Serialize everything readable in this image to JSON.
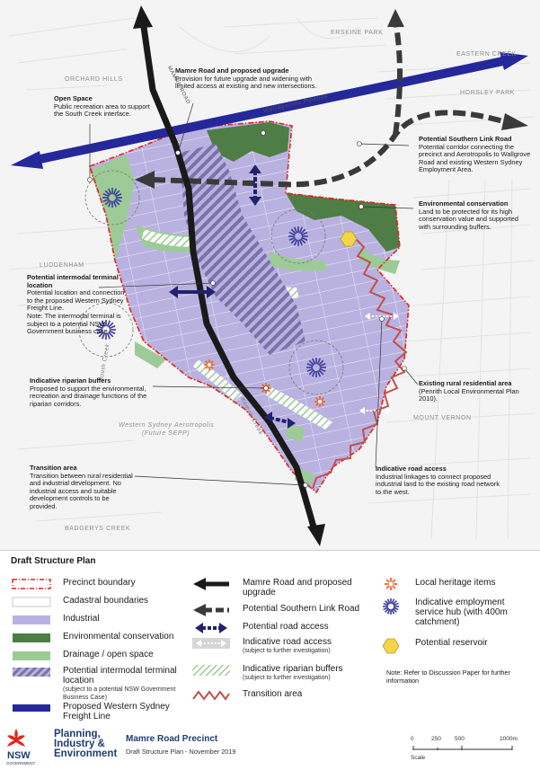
{
  "places": {
    "orchard_hills": "ORCHARD HILLS",
    "erskine_park": "ERSKINE PARK",
    "eastern_creek": "EASTERN CREEK",
    "horsley_park": "HORSLEY PARK",
    "luddenham": "LUDDENHAM",
    "mount_vernon": "MOUNT VERNON",
    "badgerys_creek": "BADGERYS CREEK",
    "ws_aero_1": "Western Sydney Aerotropolis",
    "ws_aero_2": "(Future SEPP)",
    "mamre_road": "MAMRE ROAD",
    "warragamba": "Warragamba Pipeline",
    "south_creek": "South Creek",
    "kemps_creek": "Kemps Creek"
  },
  "callouts": {
    "mamre": {
      "title": "Mamre Road and proposed upgrade",
      "body": "Provision for future upgrade and widening with limited access at existing and new intersections."
    },
    "open_space": {
      "title": "Open Space",
      "body": "Public recreation area to support the South Creek interface."
    },
    "southern_link": {
      "title": "Potential Southern Link Road",
      "body": "Potential corridor connecting the precinct and Aerotropolis to Wallgrove Road and existing Western Sydney Employment Area."
    },
    "env_conservation": {
      "title": "Environmental conservation",
      "body": "Land to be protected for its high conservation value and supported with surrounding buffers."
    },
    "intermodal": {
      "title": "Potential intermodal terminal location",
      "body": "Potential location and connection to the proposed Western Sydney Freight Line.",
      "note": "Note: The intermodal terminal is subject to a potential NSW Government business case"
    },
    "rural_residential": {
      "title": "Existing rural residential area",
      "body": "(Penrith Local Environmental Plan 2010)."
    },
    "riparian": {
      "title": "Indicative riparian buffers",
      "body": "Proposed to support the environmental, recreation and drainage functions of the riparian corridors."
    },
    "road_access": {
      "title": "Indicative road access",
      "body": "Industrial linkages to connect proposed industrial land to the existing road network to the west."
    },
    "transition": {
      "title": "Transition area",
      "body": "Transition between rural residential and industrial development. No industrial access and suitable development controls to be provided."
    }
  },
  "legend": {
    "title": "Draft Structure Plan",
    "items": {
      "precinct_boundary": {
        "label": "Precinct boundary"
      },
      "cadastral": {
        "label": "Cadastral boundaries"
      },
      "industrial": {
        "label": "Industrial"
      },
      "env_conservation": {
        "label": "Environmental conservation"
      },
      "drainage": {
        "label": "Drainage / open space"
      },
      "intermodal": {
        "label": "Potential intermodal terminal location",
        "note": "(subject to a potential NSW Government Business Case)"
      },
      "freight_line": {
        "label": "Proposed Western Sydney Freight Line"
      },
      "mamre_road": {
        "label": "Mamre Road and proposed upgrade"
      },
      "southern_link": {
        "label": "Potential Southern Link Road"
      },
      "road_access_potential": {
        "label": "Potential road access"
      },
      "road_access_indicative": {
        "label": "Indicative road access",
        "note": "(subject to further investigation)"
      },
      "riparian": {
        "label": "Indicative riparian buffers",
        "note": "(subject to further investigation)"
      },
      "transition": {
        "label": "Transition area"
      },
      "heritage": {
        "label": "Local heritage items"
      },
      "service_hub": {
        "label": "Indicative employment service hub (with 400m catchment)"
      },
      "reservoir": {
        "label": "Potential reservoir"
      }
    },
    "note": "Note: Refer to Discussion Paper for further information"
  },
  "footer": {
    "org_line1": "Planning,",
    "org_line2": "Industry &",
    "org_line3": "Environment",
    "nsw": "NSW",
    "gov": "GOVERNMENT",
    "title": "Mamre Road Precinct",
    "subtitle": "Draft Structure Plan - November 2019",
    "scale_0": "0",
    "scale_250": "250",
    "scale_500": "500",
    "scale_1000": "1000m",
    "scale_label": "Scale"
  },
  "colors": {
    "industrial": "#b9b2e0",
    "env_conservation": "#4e7d45",
    "drainage": "#9dcb97",
    "boundary": "#e2231a",
    "freight": "#25289a",
    "road": "#1a1a1a",
    "heritage": "#f0662a",
    "hub": "#3a3a9a",
    "reservoir": "#f3d44b",
    "transition": "#c0504d",
    "nsw_blue": "#1f3c73"
  }
}
